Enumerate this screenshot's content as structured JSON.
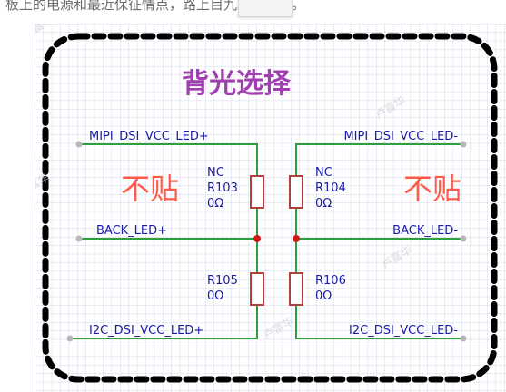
{
  "top_text": "板上的电源和最近保征情点，路上目九单开头被。",
  "schematic": {
    "title": "背光选择",
    "left_note": "不贴",
    "right_note": "不贴",
    "nets": {
      "mipi_pos": "MIPI_DSI_VCC_LED+",
      "mipi_neg": "MIPI_DSI_VCC_LED-",
      "back_pos": "BACK_LED+",
      "back_neg": "BACK_LED-",
      "i2c_pos": "I2C_DSI_VCC_LED+",
      "i2c_neg": "I2C_DSI_VCC_LED-"
    },
    "resistors": [
      {
        "designator": "R103",
        "value": "0Ω",
        "note": "NC"
      },
      {
        "designator": "R104",
        "value": "0Ω",
        "note": "NC"
      },
      {
        "designator": "R105",
        "value": "0Ω",
        "note": ""
      },
      {
        "designator": "R106",
        "value": "0Ω",
        "note": ""
      }
    ],
    "watermark": "卢富华",
    "colors": {
      "grid": "#c8d0e8",
      "wire": "#2e9e3e",
      "resistor": "#b04040",
      "title": "#a040b0",
      "note": "#ff5a4a",
      "label": "#1a1aa8",
      "junction": "#d01818",
      "border": "#000000"
    }
  }
}
